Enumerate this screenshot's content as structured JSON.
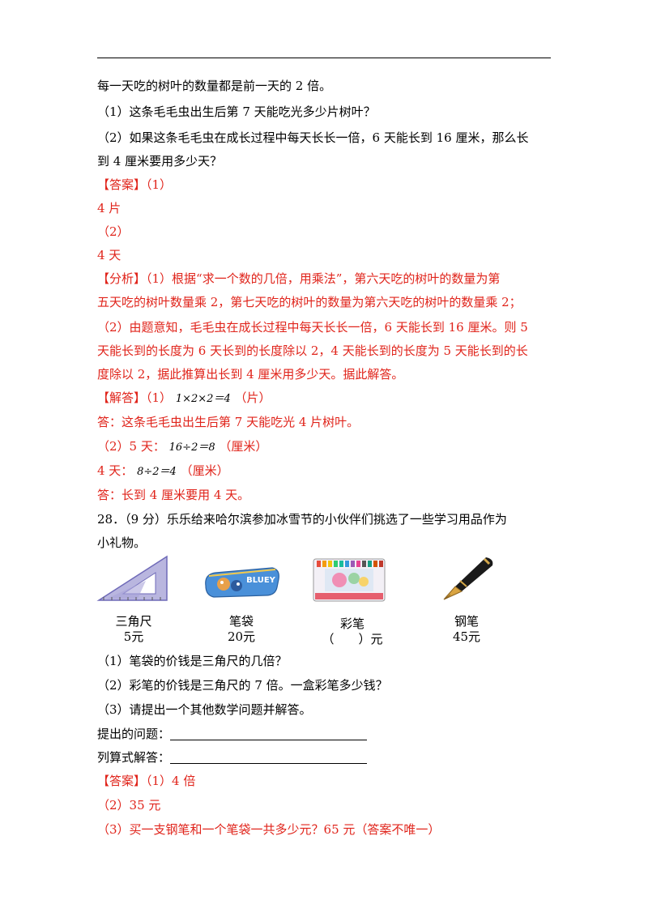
{
  "q27": {
    "intro": "每一天吃的树叶的数量都是前一天的 2 倍。",
    "sub1": "（1）这条毛毛虫出生后第 7 天能吃光多少片树叶？",
    "sub2a": "（2）如果这条毛毛虫在成长过程中每天长长一倍，6 天能长到 16 厘米，那么长",
    "sub2b": "到 4 厘米要用多少天？",
    "answer_tag": "【答案】",
    "answer_1": "（1）",
    "answer_1_val": "4 片",
    "answer_2": "（2）",
    "answer_2_val": "4 天",
    "analysis_tag": "【分析】",
    "analysis_1a": "（1）根据“求一个数的几倍，用乘法”，第六天吃的树叶的数量为第",
    "analysis_1b": "五天吃的树叶数量乘 2，第七天吃的树叶的数量为第六天吃的树叶的数量乘 2；",
    "analysis_2a": "（2）由题意知，毛毛虫在成长过程中每天长长一倍，6 天能长到 16 厘米。则 5",
    "analysis_2b": "天能长到的长度为 6 天长到的长度除以 2，4 天能长到的长度为 5 天能长到的长",
    "analysis_2c": "度除以 2，据此推算出长到 4 厘米用多少天。据此解答。",
    "solution_tag": "【解答】",
    "solution_1_pre": "（1）",
    "solution_1_math": "1×2×2＝4",
    "solution_1_unit": "（片）",
    "solution_1_answer": "答：这条毛毛虫出生后第 7 天能吃光 4 片树叶。",
    "solution_2_pre": "（2）5 天：",
    "solution_2_math": "16÷2＝8",
    "solution_2_unit": "（厘米）",
    "solution_3_pre": "4 天：",
    "solution_3_math": "8÷2＝4",
    "solution_3_unit": "（厘米）",
    "solution_2_answer": "答：长到 4 厘米要用 4 天。"
  },
  "q28": {
    "title_a": "28．（9 分）乐乐给来哈尔滨参加冰雪节的小伙伴们挑选了一些学习用品作为",
    "title_b": "小礼物。",
    "items": [
      {
        "name": "三角尺",
        "price": "5元"
      },
      {
        "name": "笔袋",
        "price": "20元"
      },
      {
        "name": "彩笔",
        "price": "（　　）元"
      },
      {
        "name": "钢笔",
        "price": "45元"
      }
    ],
    "pencil_case_text": "BLUEY",
    "sub1": "（1）笔袋的价钱是三角尺的几倍？",
    "sub2": "（2）彩笔的价钱是三角尺的 7 倍。一盒彩笔多少钱？",
    "sub3": "（3）请提出一个其他数学问题并解答。",
    "prompt_question": "提出的问题：",
    "prompt_solution": "列算式解答：",
    "answer_tag": "【答案】",
    "answer_1": "（1）4 倍",
    "answer_2": "（2）35 元",
    "answer_3": "（3）买一支钢笔和一个笔袋一共多少元？65 元（答案不唯一）"
  },
  "colors": {
    "answer_red": "#e0241b",
    "text": "#000000"
  },
  "icons": [
    "triangle-ruler-icon",
    "pencil-case-icon",
    "marker-set-icon",
    "fountain-pen-icon"
  ]
}
